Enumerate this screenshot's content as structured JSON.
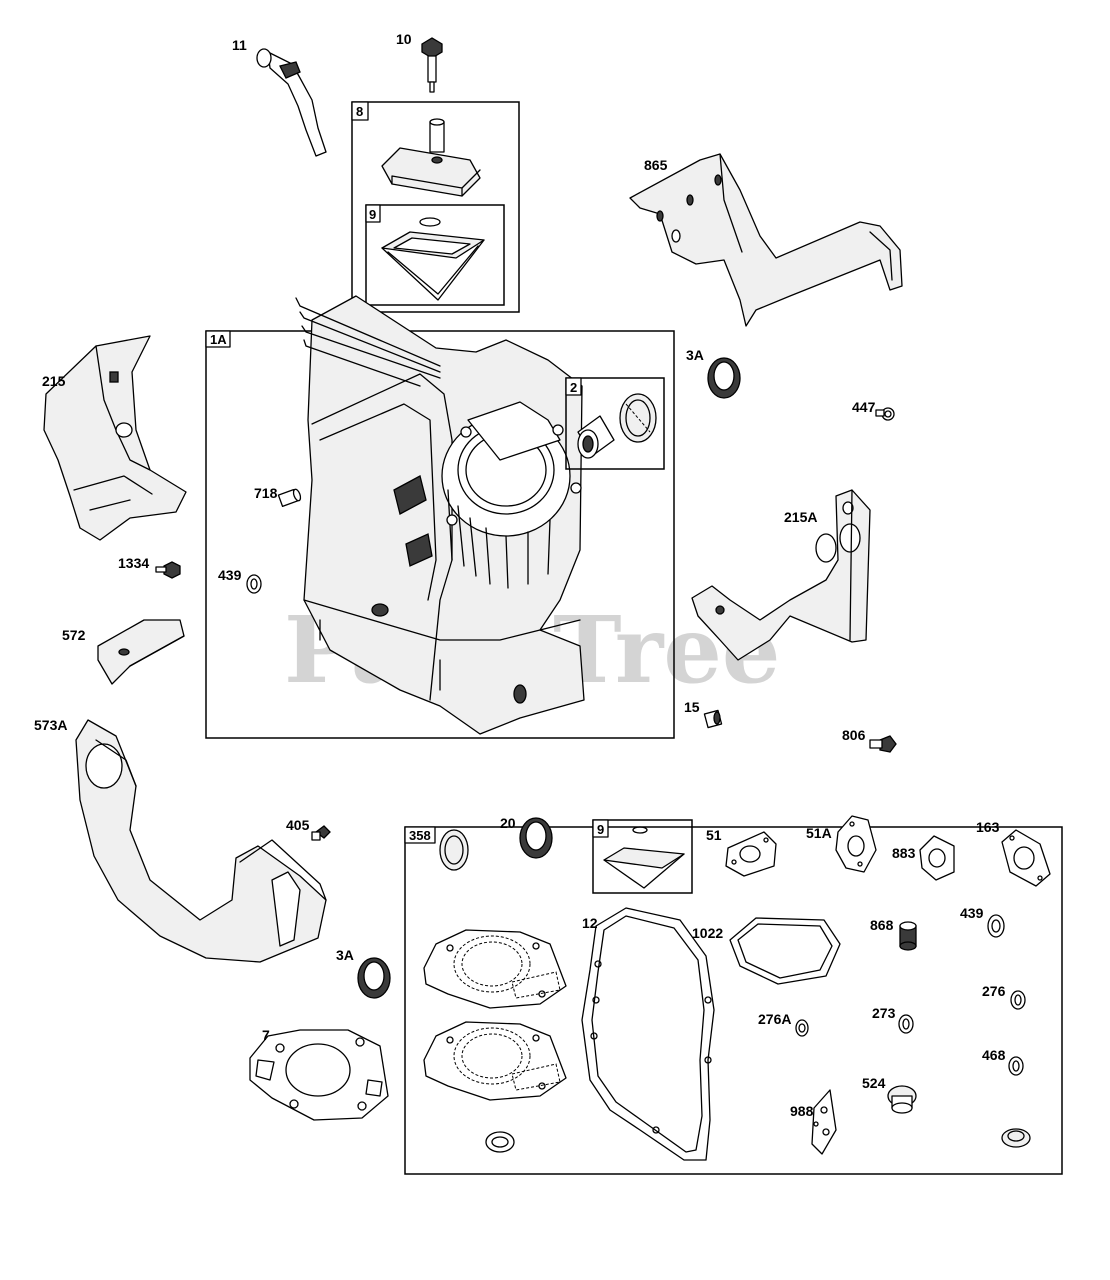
{
  "watermark": "PartsTree",
  "boxes": {
    "box_8": "8",
    "box_9_top": "9",
    "box_1A": "1A",
    "box_2": "2",
    "box_358": "358",
    "box_9_kit": "9"
  },
  "labels": {
    "p11": "11",
    "p10": "10",
    "p865": "865",
    "p215": "215",
    "p3A_top": "3A",
    "p447": "447",
    "p718": "718",
    "p439_left": "439",
    "p1334": "1334",
    "p572": "572",
    "p215A": "215A",
    "p573A": "573A",
    "p15": "15",
    "p806": "806",
    "p405": "405",
    "p3A_bottom": "3A",
    "p7": "7",
    "p20": "20",
    "p51": "51",
    "p51A": "51A",
    "p883": "883",
    "p163": "163",
    "p12": "12",
    "p1022": "1022",
    "p868": "868",
    "p439_kit": "439",
    "p276": "276",
    "p276A": "276A",
    "p273": "273",
    "p468": "468",
    "p524": "524",
    "p988": "988"
  }
}
